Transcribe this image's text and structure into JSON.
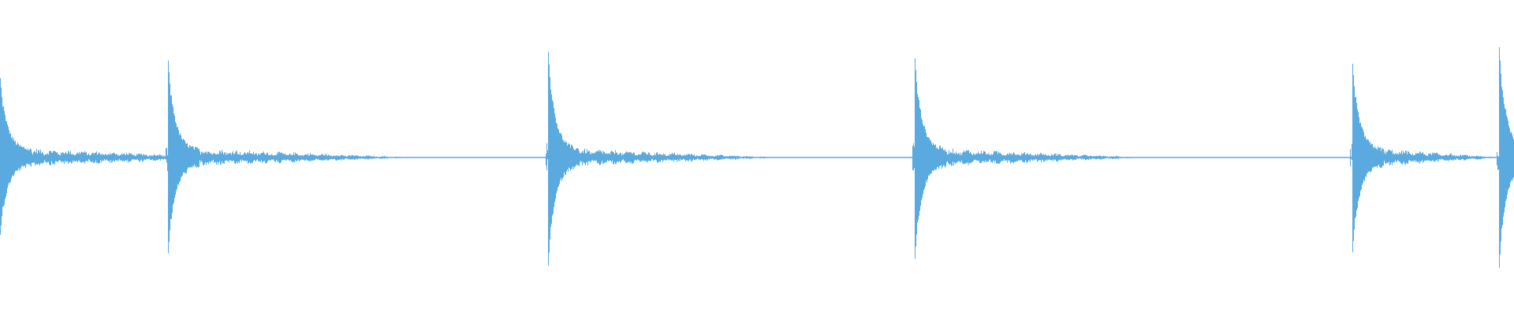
{
  "waveform": {
    "color": "#5aaae0",
    "background": "#ffffff",
    "transients": [
      {
        "time": 0.0,
        "peak_pos": 0.72,
        "peak_neg": 0.7
      },
      {
        "time": 0.111,
        "peak_pos": 0.88,
        "peak_neg": 0.87
      },
      {
        "time": 0.362,
        "peak_pos": 0.96,
        "peak_neg": 0.98
      },
      {
        "time": 0.604,
        "peak_pos": 0.9,
        "peak_neg": 0.92
      },
      {
        "time": 0.893,
        "peak_pos": 0.85,
        "peak_neg": 0.86
      },
      {
        "time": 0.99,
        "peak_pos": 1.0,
        "peak_neg": 1.0
      }
    ],
    "tail_durations": [
      0.165,
      0.165,
      0.155,
      0.155,
      0.1,
      0.01
    ],
    "tail_noise_level": 0.07
  }
}
